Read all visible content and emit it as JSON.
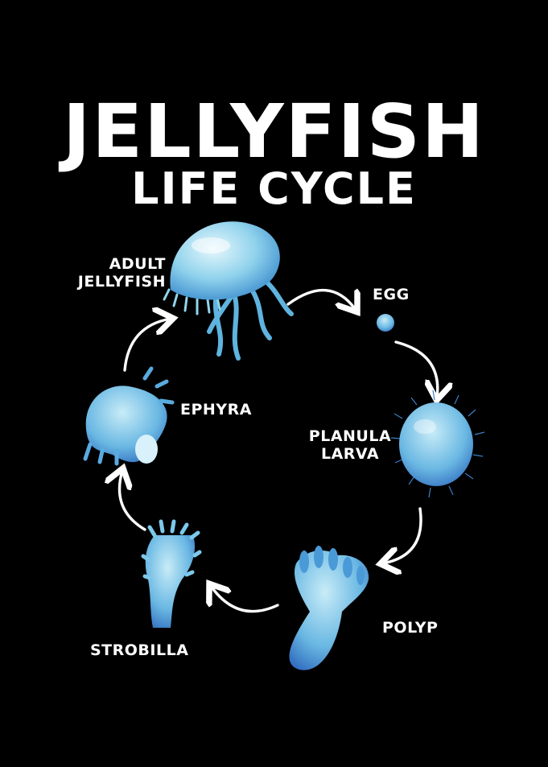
{
  "title": {
    "line1": "JELLYFISH",
    "line2": "LIFE CYCLE"
  },
  "stages": {
    "adult": {
      "line1": "ADULT",
      "line2": "JELLYFISH"
    },
    "egg": "EGG",
    "planula": {
      "line1": "PLANULA",
      "line2": "LARVA"
    },
    "polyp": "POLYP",
    "strobilla": "STROBILLA",
    "ephyra": "EPHYRA"
  },
  "colors": {
    "background": "#000000",
    "text": "#ffffff",
    "organism_light": "#bfe8f5",
    "organism_mid": "#6cc3e6",
    "organism_dark": "#2b6fc0"
  }
}
